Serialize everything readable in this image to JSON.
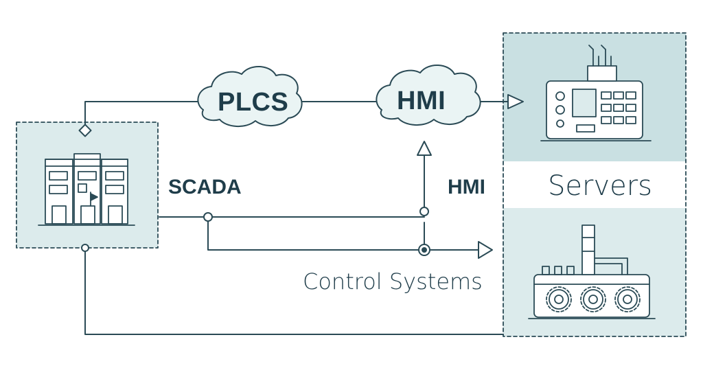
{
  "labels": {
    "plcs": "PLCS",
    "hmi_top": "HMI",
    "scada": "SCADA",
    "hmi_mid": "HMI",
    "servers": "Servers",
    "control_systems": "Control Systems"
  },
  "colors": {
    "line": "#2a4a55",
    "panel_fill": "#dcebec",
    "panel_fill_dark": "#c9e0e2",
    "cloud_fill": "#eaf4f4",
    "text": "#1f3d4a"
  },
  "icons": {
    "building": "building-icon",
    "control_panel": "control-panel-icon",
    "factory": "factory-machine-icon"
  }
}
